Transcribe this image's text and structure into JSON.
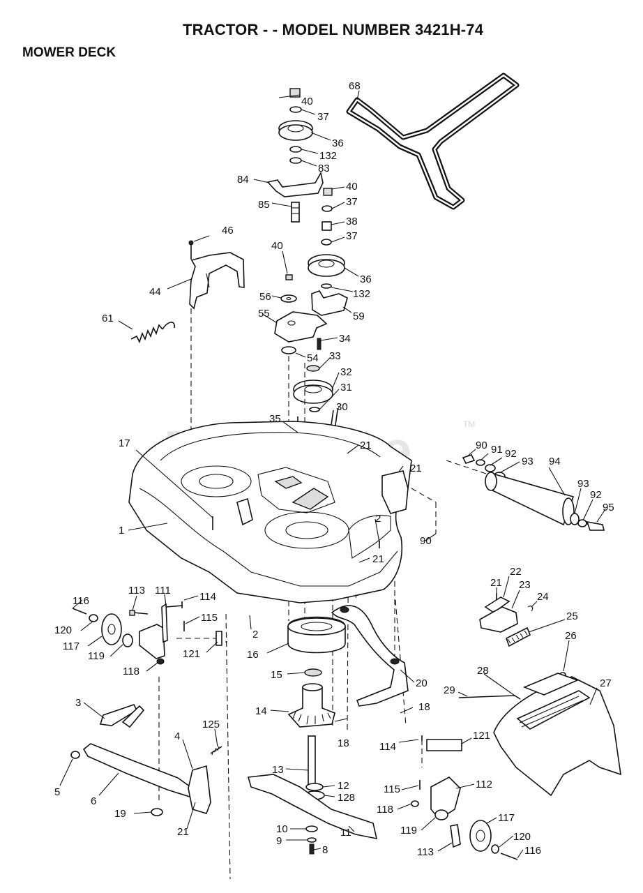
{
  "header": {
    "title": "TRACTOR - - MODEL NUMBER 3421H-74",
    "section": "MOWER DECK"
  },
  "watermark": {
    "text": "PartsTree",
    "trademark": "TM"
  },
  "callouts": {
    "c40a": "40",
    "c37a": "37",
    "c36a": "36",
    "c132a": "132",
    "c83": "83",
    "c84": "84",
    "c85": "85",
    "c68": "68",
    "c40b": "40",
    "c37b": "37",
    "c38": "38",
    "c37c": "37",
    "c36b": "36",
    "c132b": "132",
    "c59": "59",
    "c46": "46",
    "c44": "44",
    "c61": "61",
    "c40c": "40",
    "c56": "56",
    "c55": "55",
    "c34": "34",
    "c54": "54",
    "c33": "33",
    "c32": "32",
    "c31": "31",
    "c30": "30",
    "c35": "35",
    "c21a": "21",
    "c17": "17",
    "c90a": "90",
    "c91": "91",
    "c92a": "92",
    "c93a": "93",
    "c94": "94",
    "c21b": "21",
    "c93b": "93",
    "c92b": "92",
    "c95": "95",
    "c1": "1",
    "c2a": "2",
    "c21c": "21",
    "c90b": "90",
    "c116a": "116",
    "c113a": "113",
    "c111": "111",
    "c114a": "114",
    "c120a": "120",
    "c115a": "115",
    "c2b": "2",
    "c117a": "117",
    "c119a": "119",
    "c121a": "121",
    "c16": "16",
    "c118a": "118",
    "c21d": "21",
    "c22": "22",
    "c23": "23",
    "c24": "24",
    "c25": "25",
    "c26": "26",
    "c27": "27",
    "c15": "15",
    "c20": "20",
    "c28": "28",
    "c29": "29",
    "c14": "14",
    "c18a": "18",
    "c18b": "18",
    "c3": "3",
    "c4": "4",
    "c125": "125",
    "c114b": "114",
    "c121b": "121",
    "c5": "5",
    "c6": "6",
    "c13": "13",
    "c12": "12",
    "c128": "128",
    "c115b": "115",
    "c112": "112",
    "c19": "19",
    "c21e": "21",
    "c118b": "118",
    "c11": "11",
    "c119b": "119",
    "c117b": "117",
    "c10": "10",
    "c9": "9",
    "c8": "8",
    "c120b": "120",
    "c113b": "113",
    "c116b": "116"
  }
}
